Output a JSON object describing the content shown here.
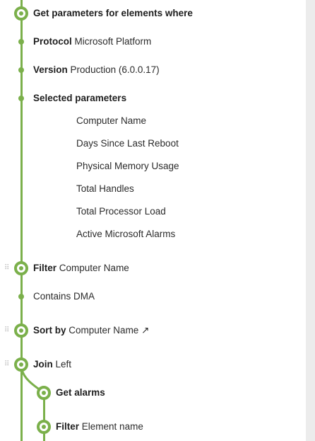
{
  "steps": {
    "get_params": {
      "title": "Get parameters for elements where"
    },
    "protocol": {
      "label": "Protocol",
      "value": "Microsoft Platform"
    },
    "version": {
      "label": "Version",
      "value": "Production (6.0.0.17)"
    },
    "selected": {
      "label": "Selected parameters",
      "items": [
        "Computer Name",
        "Days Since Last Reboot",
        "Physical Memory Usage",
        "Total Handles",
        "Total Processor Load",
        "Active Microsoft Alarms"
      ]
    },
    "filter": {
      "label": "Filter",
      "value": "Computer Name"
    },
    "contains": {
      "text": "Contains DMA"
    },
    "sort": {
      "label": "Sort by",
      "value": "Computer Name",
      "direction_icon": "↗"
    },
    "join": {
      "label": "Join",
      "value": "Left"
    },
    "get_alarms": {
      "title": "Get alarms"
    },
    "filter_element": {
      "label": "Filter",
      "value": "Element name"
    }
  },
  "icons": {
    "drag_handle": "⠿"
  },
  "colors": {
    "accent": "#7bb04b"
  }
}
